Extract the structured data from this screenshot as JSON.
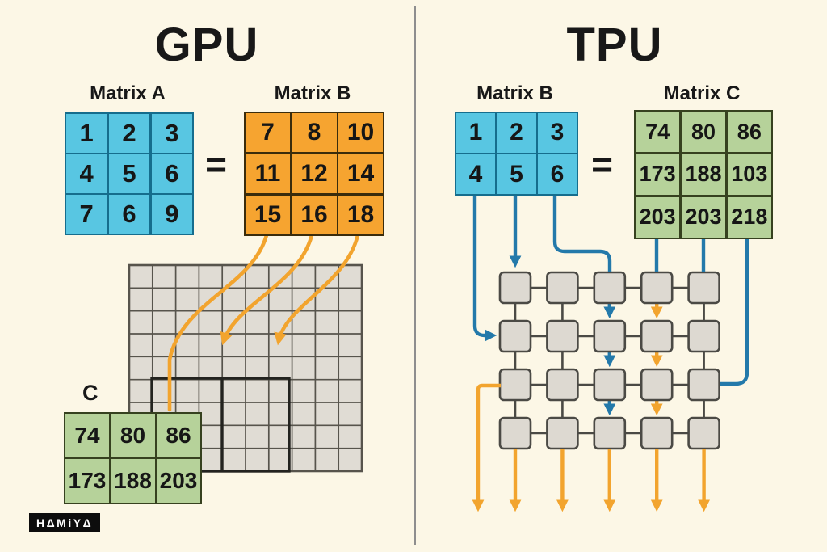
{
  "colors": {
    "page_bg": "#fcf7e6",
    "text": "#181818",
    "divider": "#8e8e8e",
    "blue_fill": "#58c6e2",
    "blue_border": "#156d8d",
    "orange_fill": "#f6a430",
    "orange_border": "#3a2c0c",
    "green_fill": "#b6d29a",
    "green_border": "#36411f",
    "grid_fill": "#e0dcd4",
    "grid_line": "#57544c",
    "grid_highlight": "#23231f",
    "pe_fill": "#ddd9d1",
    "pe_border": "#4b4a45",
    "arrow_blue": "#2379aa",
    "arrow_orange": "#f2a42e"
  },
  "gpu": {
    "title": "GPU",
    "equals": "=",
    "matrix_a": {
      "label": "Matrix A",
      "rows": [
        [
          1,
          2,
          3
        ],
        [
          4,
          5,
          6
        ],
        [
          7,
          6,
          9
        ]
      ]
    },
    "matrix_b": {
      "label": "Matrix B",
      "rows": [
        [
          7,
          8,
          10
        ],
        [
          11,
          12,
          14
        ],
        [
          15,
          16,
          18
        ]
      ]
    },
    "compute_grid": {
      "cols": 10,
      "rows": 9
    },
    "matrix_c": {
      "label": "C",
      "rows": [
        [
          74,
          80,
          86
        ],
        [
          173,
          188,
          203
        ]
      ]
    }
  },
  "tpu": {
    "title": "TPU",
    "equals": "=",
    "matrix_b": {
      "label": "Matrix B",
      "rows": [
        [
          1,
          2,
          3
        ],
        [
          4,
          5,
          6
        ]
      ]
    },
    "matrix_c": {
      "label": "Matrix C",
      "rows": [
        [
          74,
          80,
          86
        ],
        [
          173,
          188,
          103
        ],
        [
          203,
          203,
          218
        ]
      ]
    },
    "systolic_array": {
      "rows": 4,
      "cols": 5,
      "blue_column": 3,
      "orange_column": 4
    }
  },
  "branding": {
    "logo_text": "HΔMiYΔ"
  }
}
